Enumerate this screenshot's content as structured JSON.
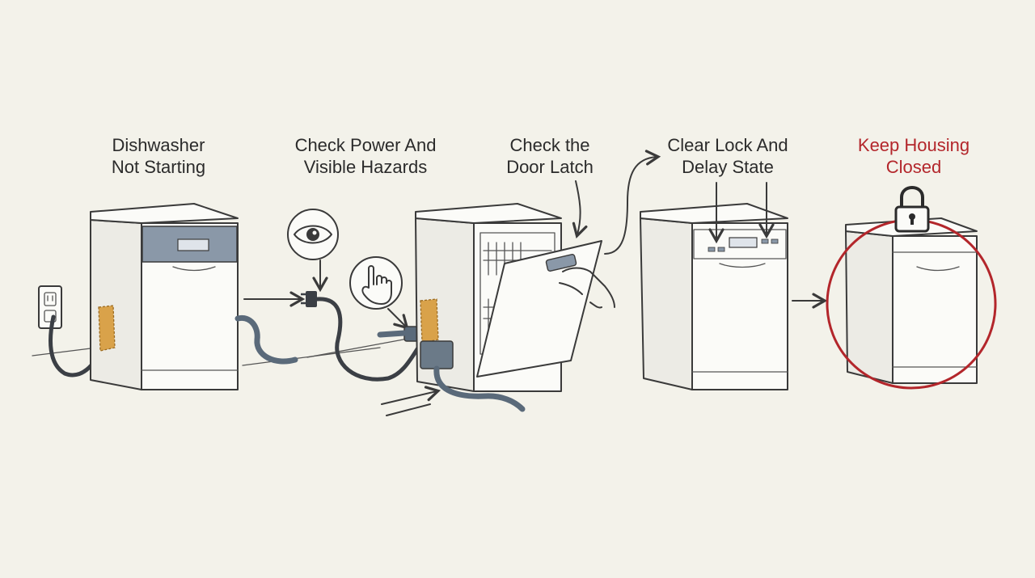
{
  "steps": [
    {
      "id": "step-1",
      "label": "Dishwasher\nNot Starting",
      "emphasis": "normal"
    },
    {
      "id": "step-2",
      "label": "Check Power And\nVisible Hazards",
      "emphasis": "normal"
    },
    {
      "id": "step-3",
      "label": "Check the\nDoor Latch",
      "emphasis": "normal"
    },
    {
      "id": "step-4",
      "label": "Clear Lock And\nDelay State",
      "emphasis": "normal"
    },
    {
      "id": "step-5",
      "label": "Keep Housing\nClosed",
      "emphasis": "warning"
    }
  ],
  "icons": [
    "wall-outlet-icon",
    "eye-icon",
    "pointing-hand-icon",
    "padlock-icon"
  ],
  "colors": {
    "background": "#f3f2ea",
    "ink": "#3a3a3a",
    "warning": "#b3262b",
    "panel": "#8a98a8",
    "hazard_panel": "#d9a24a"
  }
}
